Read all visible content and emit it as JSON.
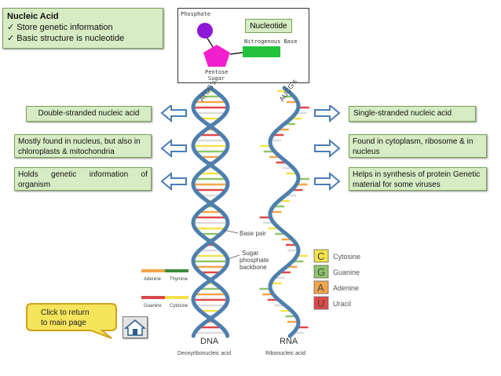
{
  "title_box": {
    "heading": "Nucleic Acid",
    "points": [
      "Store genetic information",
      "Basic structure is nucleotide"
    ]
  },
  "nucleotide": {
    "label": "Nucleotide",
    "phosphate": "Phosphate",
    "base": "Nitrogenous Base",
    "sugar_line1": "Pentose",
    "sugar_line2": "Sugar",
    "phosphate_color": "#8e18d8",
    "sugar_color": "#f21fcf",
    "base_color": "#22c33a"
  },
  "dna_boxes": [
    "Double-stranded nucleic acid",
    "Mostly found in nucleus, but also in chloroplasts & mitochondria",
    "Holds genetic information of organism"
  ],
  "rna_boxes": [
    "Single-stranded nucleic acid",
    "Found in cytoplasm, ribosome & in nucleus",
    "Helps in synthesis of protein Genetic material for some viruses"
  ],
  "diagram": {
    "dna_label": "DNA",
    "dna_sub": "Deoxyribonucleic acid",
    "rna_label": "RNA",
    "rna_sub": "Ribonucleic acid",
    "base_pair": "Base pair",
    "backbone_1": "Sugar",
    "backbone_2": "phosphate",
    "backbone_3": "backbone",
    "strand_dna": "ATCG's",
    "strand_rna": "AUCG's",
    "pair1": [
      "Adenine",
      "Thymine"
    ],
    "pair2": [
      "Guanine",
      "Cytosine"
    ],
    "legend": [
      {
        "letter": "C",
        "name": "Cytosine",
        "color": "#f4e24a"
      },
      {
        "letter": "G",
        "name": "Guanine",
        "color": "#8fc46a"
      },
      {
        "letter": "A",
        "name": "Adenine",
        "color": "#f3a54a"
      },
      {
        "letter": "U",
        "name": "Uracil",
        "color": "#e04848"
      }
    ],
    "backbone_color": "#4e7fae"
  },
  "nav": {
    "return_label_1": "Click to return",
    "return_label_2": "to main page",
    "home_icon": "home-icon"
  }
}
